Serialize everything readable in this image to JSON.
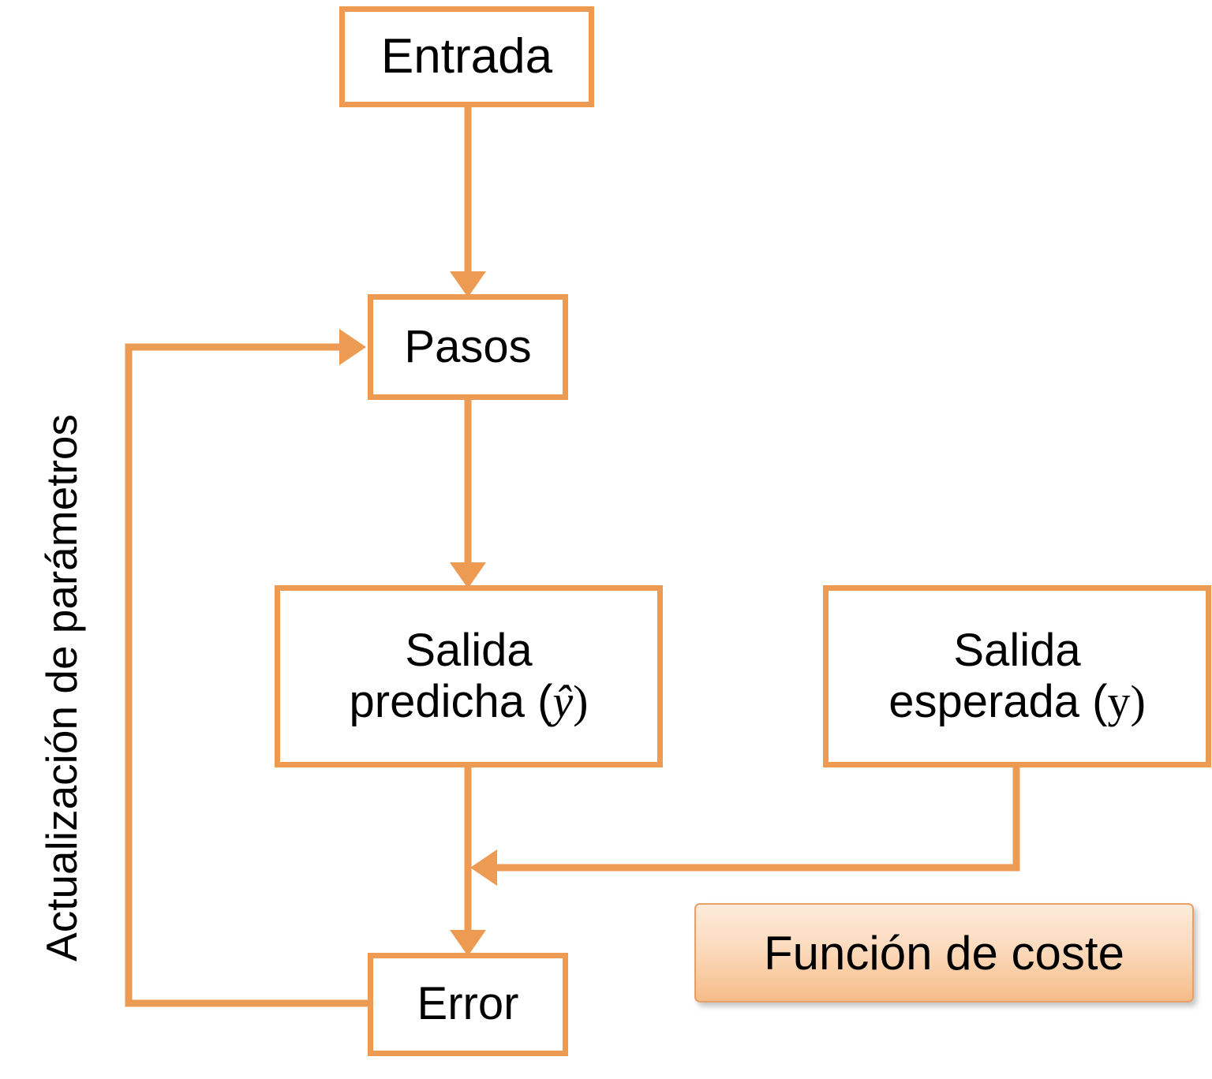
{
  "diagram": {
    "title_vertical_label": "Actualización de parámetros",
    "accent_color": "#ED9A52",
    "box_fill": "#FFFFFF",
    "text_color": "#000000",
    "highlight_fill_top": "#FDEBDA",
    "highlight_fill_bottom": "#F6BB87",
    "nodes": {
      "entrada": {
        "label": "Entrada"
      },
      "pasos": {
        "label": "Pasos"
      },
      "predicha": {
        "line1": "Salida",
        "line2_prefix": "predicha (",
        "line2_symbol": "ŷ",
        "line2_suffix": ")"
      },
      "esperada": {
        "line1": "Salida",
        "line2_prefix": "esperada (",
        "line2_symbol": "y",
        "line2_suffix": ")"
      },
      "error": {
        "label": "Error"
      },
      "coste": {
        "label": "Función de coste"
      }
    },
    "edges": [
      {
        "name": "entrada-to-pasos",
        "from": "entrada",
        "to": "pasos",
        "arrow": "down"
      },
      {
        "name": "pasos-to-predicha",
        "from": "pasos",
        "to": "predicha",
        "arrow": "down"
      },
      {
        "name": "predicha-to-error",
        "from": "predicha",
        "to": "error",
        "arrow": "down"
      },
      {
        "name": "esperada-to-junction",
        "from": "esperada",
        "to": "predicha-error-line",
        "arrow": "left"
      },
      {
        "name": "error-to-pasos-feedback",
        "from": "error",
        "to": "pasos",
        "arrow": "right"
      }
    ]
  }
}
